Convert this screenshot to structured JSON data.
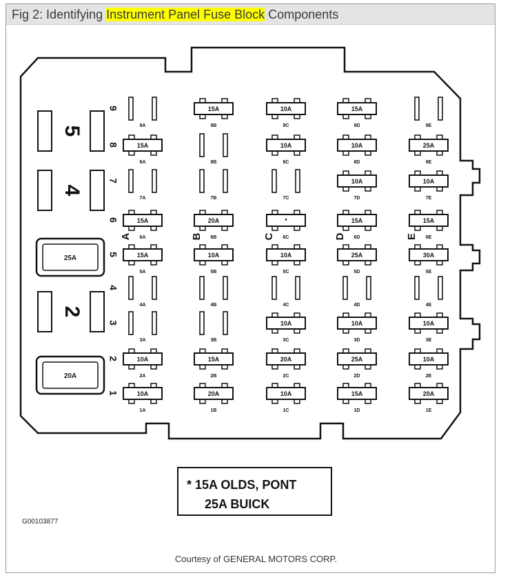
{
  "title": {
    "prefix": "Fig 2: Identifying ",
    "highlight": "Instrument Panel Fuse Block",
    "suffix": " Components"
  },
  "note": {
    "line1": "*  15A OLDS, PONT",
    "line2": "25A BUICK"
  },
  "figure_code": "G00103877",
  "credit": "Courtesy of GENERAL MOTORS CORP.",
  "columns": [
    "A",
    "B",
    "C",
    "D",
    "E"
  ],
  "rows": [
    "9",
    "8",
    "7",
    "6",
    "5",
    "4",
    "3",
    "2",
    "1"
  ],
  "relays": [
    "5",
    "4",
    "2"
  ],
  "maxi_fuses": [
    "25A",
    "20A"
  ],
  "positions": [
    {
      "row": "9",
      "cells": [
        {
          "id": "9A",
          "fuse": null
        },
        {
          "id": "9B",
          "fuse": "15A"
        },
        {
          "id": "9C",
          "fuse": "10A"
        },
        {
          "id": "9D",
          "fuse": "15A"
        },
        {
          "id": "9E",
          "fuse": null
        }
      ]
    },
    {
      "row": "8",
      "cells": [
        {
          "id": "8A",
          "fuse": "15A"
        },
        {
          "id": "8B",
          "fuse": null
        },
        {
          "id": "8C",
          "fuse": "10A"
        },
        {
          "id": "8D",
          "fuse": "10A"
        },
        {
          "id": "8E",
          "fuse": "25A"
        }
      ]
    },
    {
      "row": "7",
      "cells": [
        {
          "id": "7A",
          "fuse": null
        },
        {
          "id": "7B",
          "fuse": null
        },
        {
          "id": "7C",
          "fuse": null
        },
        {
          "id": "7D",
          "fuse": "10A"
        },
        {
          "id": "7E",
          "fuse": "10A"
        }
      ]
    },
    {
      "row": "6",
      "cells": [
        {
          "id": "6A",
          "fuse": "15A"
        },
        {
          "id": "6B",
          "fuse": "20A"
        },
        {
          "id": "6C",
          "fuse": "*"
        },
        {
          "id": "6D",
          "fuse": "15A"
        },
        {
          "id": "6E",
          "fuse": "15A"
        }
      ]
    },
    {
      "row": "5",
      "cells": [
        {
          "id": "5A",
          "fuse": "15A"
        },
        {
          "id": "5B",
          "fuse": "10A"
        },
        {
          "id": "5C",
          "fuse": "10A"
        },
        {
          "id": "5D",
          "fuse": "25A"
        },
        {
          "id": "5E",
          "fuse": "30A"
        }
      ]
    },
    {
      "row": "4",
      "cells": [
        {
          "id": "4A",
          "fuse": null
        },
        {
          "id": "4B",
          "fuse": null
        },
        {
          "id": "4C",
          "fuse": null
        },
        {
          "id": "4D",
          "fuse": null
        },
        {
          "id": "4E",
          "fuse": null
        }
      ]
    },
    {
      "row": "3",
      "cells": [
        {
          "id": "3A",
          "fuse": null
        },
        {
          "id": "3B",
          "fuse": null
        },
        {
          "id": "3C",
          "fuse": "10A"
        },
        {
          "id": "3D",
          "fuse": "10A"
        },
        {
          "id": "3E",
          "fuse": "10A"
        }
      ]
    },
    {
      "row": "2",
      "cells": [
        {
          "id": "2A",
          "fuse": "10A"
        },
        {
          "id": "2B",
          "fuse": "15A"
        },
        {
          "id": "2C",
          "fuse": "20A"
        },
        {
          "id": "2D",
          "fuse": "25A"
        },
        {
          "id": "2E",
          "fuse": "10A"
        }
      ]
    },
    {
      "row": "1",
      "cells": [
        {
          "id": "1A",
          "fuse": "10A"
        },
        {
          "id": "1B",
          "fuse": "20A"
        },
        {
          "id": "1C",
          "fuse": "10A"
        },
        {
          "id": "1D",
          "fuse": "15A"
        },
        {
          "id": "1E",
          "fuse": "20A"
        }
      ]
    }
  ]
}
